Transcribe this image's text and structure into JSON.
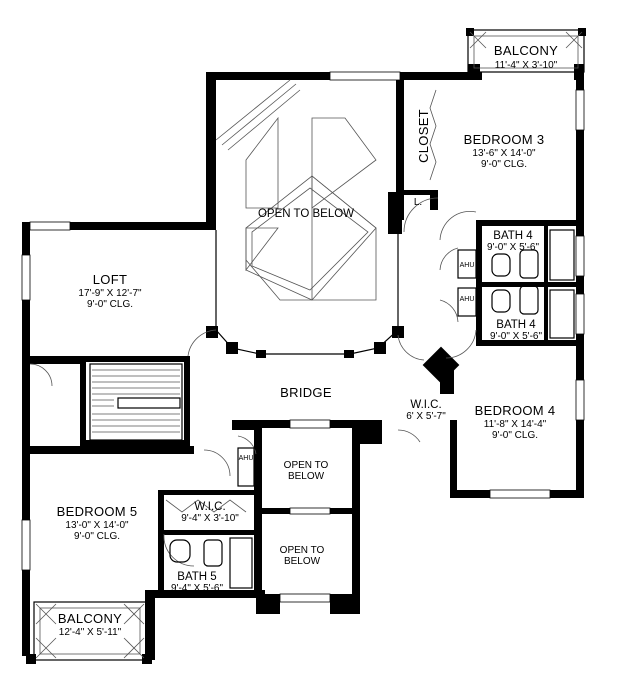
{
  "rooms": {
    "balcony_top": {
      "name": "BALCONY",
      "dims": "11'-4\" X 3'-10\""
    },
    "closet": {
      "name": "CLOSET"
    },
    "bedroom3": {
      "name": "BEDROOM 3",
      "dims": "13'-6\" X 14'-0\"",
      "ceiling": "9'-0\" CLG."
    },
    "open_below_1": {
      "name": "OPEN TO BELOW"
    },
    "linen": {
      "name": "L."
    },
    "bath4_a": {
      "name": "BATH 4",
      "dims": "9'-0\" X 5'-6\""
    },
    "bath4_b": {
      "name": "BATH 4",
      "dims": "9'-0\" X 5'-6\""
    },
    "ahu_1": {
      "name": "AHU"
    },
    "ahu_2": {
      "name": "AHU"
    },
    "ahu_3": {
      "name": "AHU"
    },
    "loft": {
      "name": "LOFT",
      "dims": "17'-9\" X 12'-7\"",
      "ceiling": "9'-0\" CLG."
    },
    "bridge": {
      "name": "BRIDGE"
    },
    "wic_1": {
      "name": "W.I.C.",
      "dims": "6' X 5'-7\""
    },
    "bedroom4": {
      "name": "BEDROOM 4",
      "dims": "11'-8\" X 14'-4\"",
      "ceiling": "9'-0\" CLG."
    },
    "open_below_2": {
      "line1": "OPEN TO",
      "line2": "BELOW"
    },
    "bedroom5": {
      "name": "BEDROOM 5",
      "dims": "13'-0\" X 14'-0\"",
      "ceiling": "9'-0\" CLG."
    },
    "wic_2": {
      "name": "W.I.C.",
      "dims": "9'-4\" X 3'-10\""
    },
    "open_below_3": {
      "line1": "OPEN TO",
      "line2": "BELOW"
    },
    "bath5": {
      "name": "BATH 5",
      "dims": "9'-4\" X 5'-6\""
    },
    "balcony_bottom": {
      "name": "BALCONY",
      "dims": "12'-4\" X 5'-11\""
    }
  }
}
